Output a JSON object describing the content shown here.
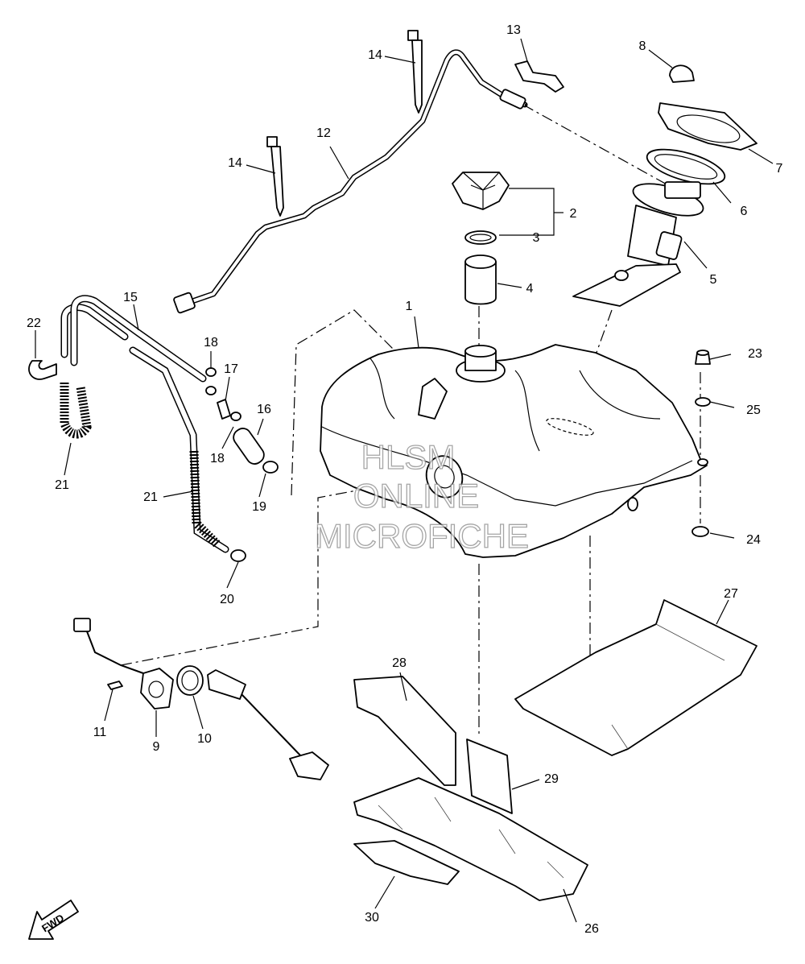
{
  "watermark": {
    "line1": "HLSM",
    "line2": "ONLINE",
    "line3": "MICROFICHE"
  },
  "direction_label": "FWD",
  "callouts": [
    {
      "id": "c1",
      "label": "1"
    },
    {
      "id": "c2",
      "label": "2"
    },
    {
      "id": "c3",
      "label": "3"
    },
    {
      "id": "c4",
      "label": "4"
    },
    {
      "id": "c5",
      "label": "5"
    },
    {
      "id": "c6",
      "label": "6"
    },
    {
      "id": "c7",
      "label": "7"
    },
    {
      "id": "c8",
      "label": "8"
    },
    {
      "id": "c9",
      "label": "9"
    },
    {
      "id": "c10",
      "label": "10"
    },
    {
      "id": "c11",
      "label": "11"
    },
    {
      "id": "c12",
      "label": "12"
    },
    {
      "id": "c13",
      "label": "13"
    },
    {
      "id": "c14a",
      "label": "14"
    },
    {
      "id": "c14b",
      "label": "14"
    },
    {
      "id": "c15",
      "label": "15"
    },
    {
      "id": "c16",
      "label": "16"
    },
    {
      "id": "c17",
      "label": "17"
    },
    {
      "id": "c18a",
      "label": "18"
    },
    {
      "id": "c18b",
      "label": "18"
    },
    {
      "id": "c19",
      "label": "19"
    },
    {
      "id": "c20",
      "label": "20"
    },
    {
      "id": "c21a",
      "label": "21"
    },
    {
      "id": "c21b",
      "label": "21"
    },
    {
      "id": "c22",
      "label": "22"
    },
    {
      "id": "c23",
      "label": "23"
    },
    {
      "id": "c24",
      "label": "24"
    },
    {
      "id": "c25",
      "label": "25"
    },
    {
      "id": "c26",
      "label": "26"
    },
    {
      "id": "c27",
      "label": "27"
    },
    {
      "id": "c28",
      "label": "28"
    },
    {
      "id": "c29",
      "label": "29"
    },
    {
      "id": "c30",
      "label": "30"
    }
  ]
}
